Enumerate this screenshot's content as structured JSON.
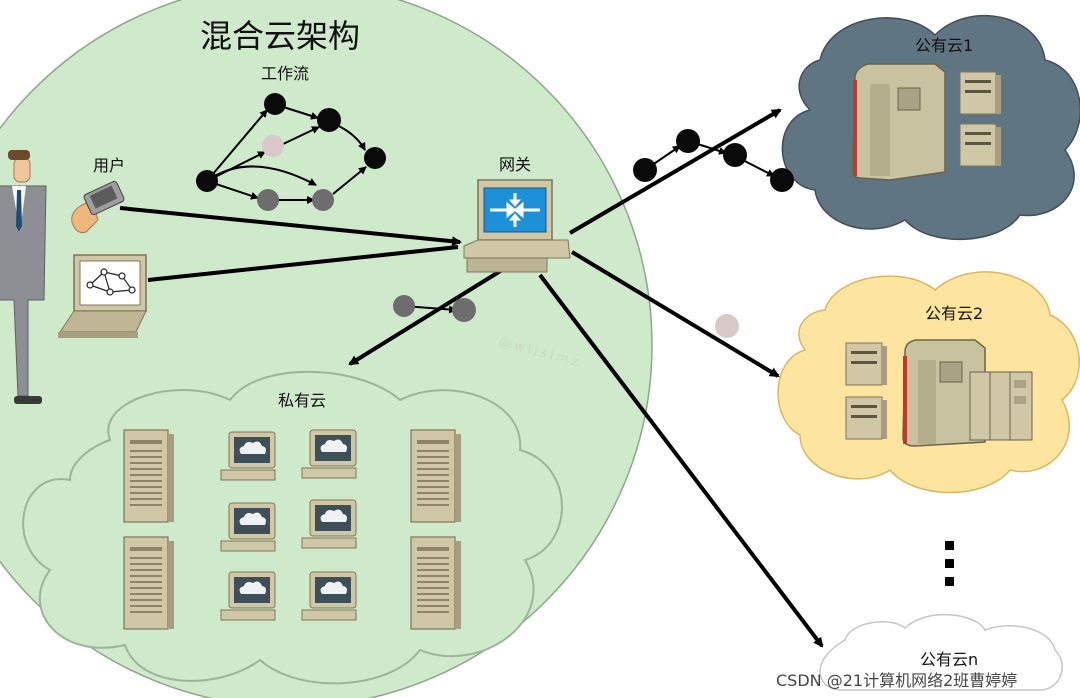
{
  "diagram": {
    "title": "混合云架构",
    "workflow_label": "工作流",
    "user_label": "用户",
    "gateway_label": "网关",
    "private_cloud_label": "私有云",
    "public_clouds": [
      {
        "label": "公有云1",
        "color": "#5f7582"
      },
      {
        "label": "公有云2",
        "color": "#fde5a0"
      },
      {
        "label": "公有云n",
        "color": "#ffffff"
      }
    ],
    "faint_watermark": "@wljslmz",
    "footer_watermark": "CSDN @21计算机网络2班曹婷婷"
  },
  "colors": {
    "hybrid_circle": "#cfe9cb",
    "device_beige": "#c9c2a0",
    "screen_blue": "#1e90d8",
    "node_black": "#0a0a0a",
    "node_gray": "#6d6d6d",
    "node_light": "#d9c8c8"
  }
}
